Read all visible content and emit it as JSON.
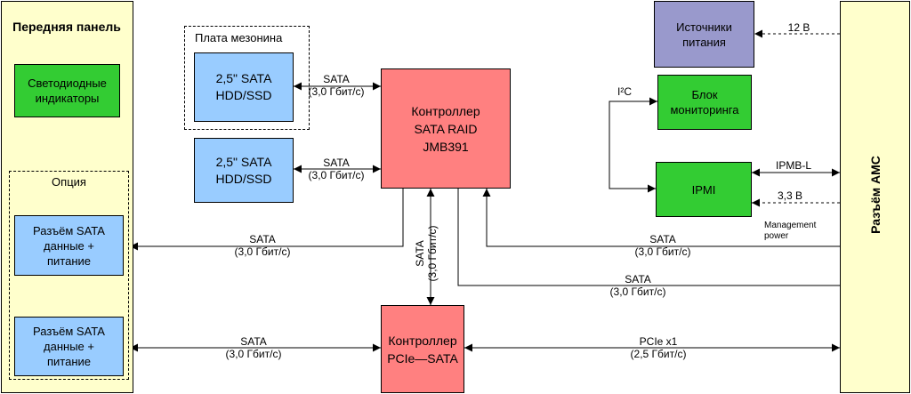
{
  "front_panel": {
    "title": "Передняя панель",
    "leds": "Светодиодные индикаторы",
    "option_title": "Опция",
    "sata_conn_1": "Разъём SATA данные + питание",
    "sata_conn_2": "Разъём SATA данные + питание"
  },
  "mezzanine": {
    "title": "Плата мезонина",
    "hdd_1": "2,5\" SATA HDD/SSD",
    "hdd_2": "2,5\" SATA HDD/SSD"
  },
  "raid_controller": "Контроллер SATA RAID JMB391",
  "pcie_controller": "Контроллер PCIe—SATA",
  "power_supplies": "Источники питания",
  "monitoring": "Блок мониторинга",
  "ipmi": "IPMI",
  "amc_connector": "Разъём AMC",
  "links": {
    "sata_hdd1": "SATA\n(3,0 Гбит/с)",
    "sata_hdd2": "SATA\n(3,0 Гбит/с)",
    "sata_front1": "SATA\n(3,0 Гбит/с)",
    "sata_front2": "SATA\n(3,0 Гбит/с)",
    "sata_vertical": "SATA\n(3,0 Гбит/с)",
    "sata_amc1": "SATA\n(3,0 Гбит/с)",
    "sata_amc2": "SATA\n(3,0 Гбит/с)",
    "pcie": "PCIe x1\n(2,5 Гбит/с)",
    "i2c": "I²C",
    "ipmb": "IPMB-L",
    "v12": "12 В",
    "v33": "3,3 В",
    "mgmt_power": "Management\npower"
  },
  "colors": {
    "yellow": "#ffffcc",
    "green": "#33cc33",
    "blue": "#99ccff",
    "red": "#ff8080",
    "violet": "#9999cc"
  }
}
